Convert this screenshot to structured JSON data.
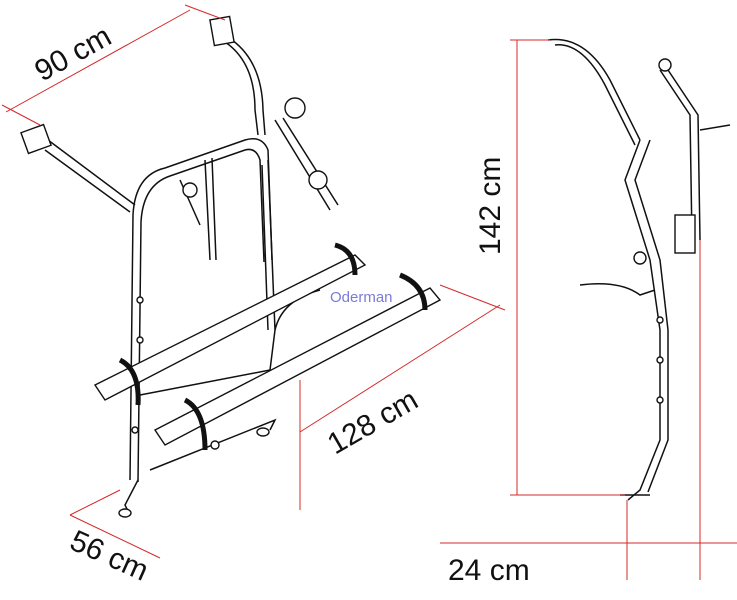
{
  "dimensions": {
    "width_top": "90 cm",
    "length_arms": "128 cm",
    "depth_bottom": "56 cm",
    "height": "142 cm",
    "side_depth": "24 cm"
  },
  "watermark": "Oderman",
  "colors": {
    "dimension_line": "#d42a2a",
    "drawing": "#111111"
  }
}
